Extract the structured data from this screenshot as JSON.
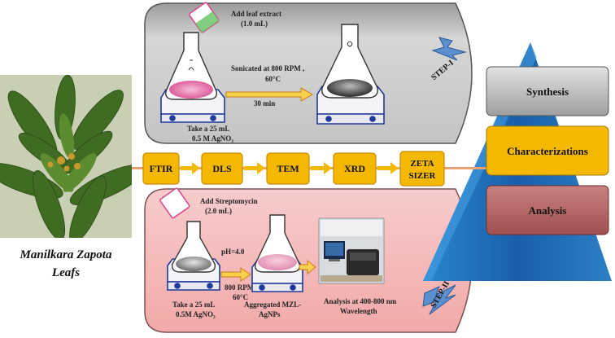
{
  "plant": {
    "caption_line1": "Manilkara Zapota",
    "caption_line2": "Leafs"
  },
  "step1": {
    "label": "STEP-I",
    "add_extract": "Add leaf extract",
    "add_extract_vol": "(1.0 mL)",
    "condition_line1": "Sonicated at 800 RPM ,",
    "condition_line2": "60°C",
    "time": "30 min",
    "take_line1": "Take a 25 mL",
    "take_line2": "0.5 M AgNO₃"
  },
  "techniques": [
    "FTIR",
    "DLS",
    "TEM",
    "XRD",
    "ZETA SIZER"
  ],
  "step2": {
    "label": "STEP-II",
    "add_drug": "Add Streptomycin",
    "add_drug_vol": "(2.0 mL)",
    "ph": "pH=4.0",
    "condition_line1": "800 RPM ,",
    "condition_line2": "60°C",
    "take_line1": "Take a 25 mL",
    "take_line2": "0.5M AgNO₃",
    "aggregated_line1": "Aggregated MZL-",
    "aggregated_line2": "AgNPs",
    "analysis_line1": "Analysis at 400-800 nm",
    "analysis_line2": "Wavelength"
  },
  "pyramid": {
    "synthesis": "Synthesis",
    "characterizations": "Characterizations",
    "analysis": "Analysis"
  },
  "colors": {
    "gray_panel": "#c8c8c8",
    "pink_panel": "#f4b6b6",
    "technique_box": "#f5b800",
    "pyramid": "#1f6fb8",
    "orange_arrow": "#e8a070"
  }
}
